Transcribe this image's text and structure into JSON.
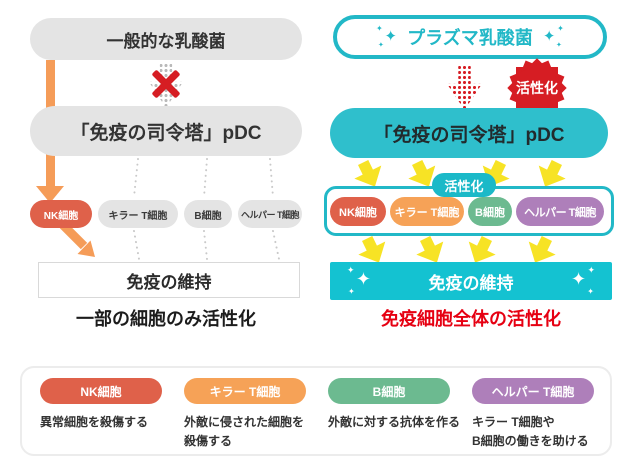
{
  "left": {
    "source": "一般的な乳酸菌",
    "pdc": "「免疫の司令塔」pDC",
    "cells": [
      {
        "label": "NK細胞"
      },
      {
        "label": "キラー T細胞"
      },
      {
        "label": "B細胞"
      },
      {
        "label": "ヘルパー T細胞"
      }
    ],
    "result": "免疫の維持",
    "caption": "一部の細胞のみ活性化"
  },
  "right": {
    "source": "プラズマ乳酸菌",
    "activation_burst": "活性化",
    "pdc": "「免疫の司令塔」pDC",
    "activation_tag": "活性化",
    "cells": [
      {
        "label": "NK細胞",
        "color": "#df614a"
      },
      {
        "label": "キラー T細胞",
        "color": "#f6a257"
      },
      {
        "label": "B細胞",
        "color": "#6cba90"
      },
      {
        "label": "ヘルパー T細胞",
        "color": "#ae7fba"
      }
    ],
    "result": "免疫の維持",
    "caption": "免疫細胞全体の活性化"
  },
  "legend": {
    "items": [
      {
        "label": "NK細胞",
        "color": "#df614a",
        "desc": "異常細胞を殺傷する"
      },
      {
        "label": "キラー T細胞",
        "color": "#f6a257",
        "desc": "外敵に侵された細胞を\n殺傷する"
      },
      {
        "label": "B細胞",
        "color": "#6cba90",
        "desc": "外敵に対する抗体を作る"
      },
      {
        "label": "ヘルパー T細胞",
        "color": "#ae7fba",
        "desc": "キラー T細胞や\nB細胞の働きを助ける"
      }
    ]
  },
  "colors": {
    "teal_border": "#22b8c7",
    "teal_fill": "#2fbfcc",
    "teal_bar": "#14c2d1",
    "red": "#d61d23",
    "caption_red": "#e60012",
    "orange_arrow": "#f59c58",
    "yellow_arrow": "#f7e325",
    "gray_pill": "#e4e4e4"
  }
}
